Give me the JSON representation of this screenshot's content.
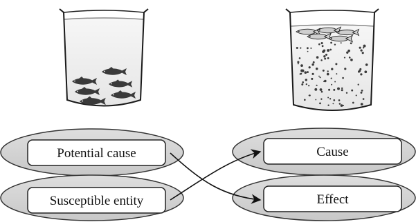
{
  "labels": {
    "potential_cause": "Potential cause",
    "susceptible_entity": "Susceptible entity",
    "cause": "Cause",
    "effect": "Effect"
  },
  "beakers": {
    "left": {
      "content": "clean water with live fish",
      "fish_count": 6
    },
    "right": {
      "content": "water with dispersed particles; fish dead at surface",
      "fish_count": 5
    }
  },
  "arrows": [
    {
      "from": "potential_cause",
      "to": "effect"
    },
    {
      "from": "susceptible_entity",
      "to": "cause"
    }
  ]
}
